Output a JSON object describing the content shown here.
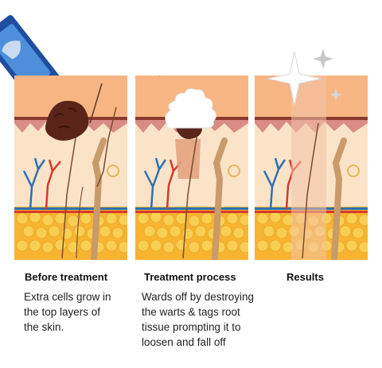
{
  "stages": [
    {
      "title": "Before treatment",
      "lines": [
        "Extra cells grow in",
        "the top layers of",
        "the skin."
      ]
    },
    {
      "title": "Treatment process",
      "lines": [
        "Wards off by destroying",
        "the warts & tags root",
        "tissue prompting it to",
        "loosen and fall off"
      ]
    },
    {
      "title": "Results",
      "lines": []
    }
  ],
  "colors": {
    "epidermis": "#f6b583",
    "dermis": "#fbe3c8",
    "dermis_upper": "#f0c9a6",
    "fat": "#f6b431",
    "fat_cell": "#f8cf53",
    "wart": "#5a2418",
    "cream": "#ffffff",
    "vein": "#2f6fb4",
    "artery": "#d6392c"
  },
  "icons": [
    "cream-tube-icon",
    "sparkle-icon"
  ]
}
